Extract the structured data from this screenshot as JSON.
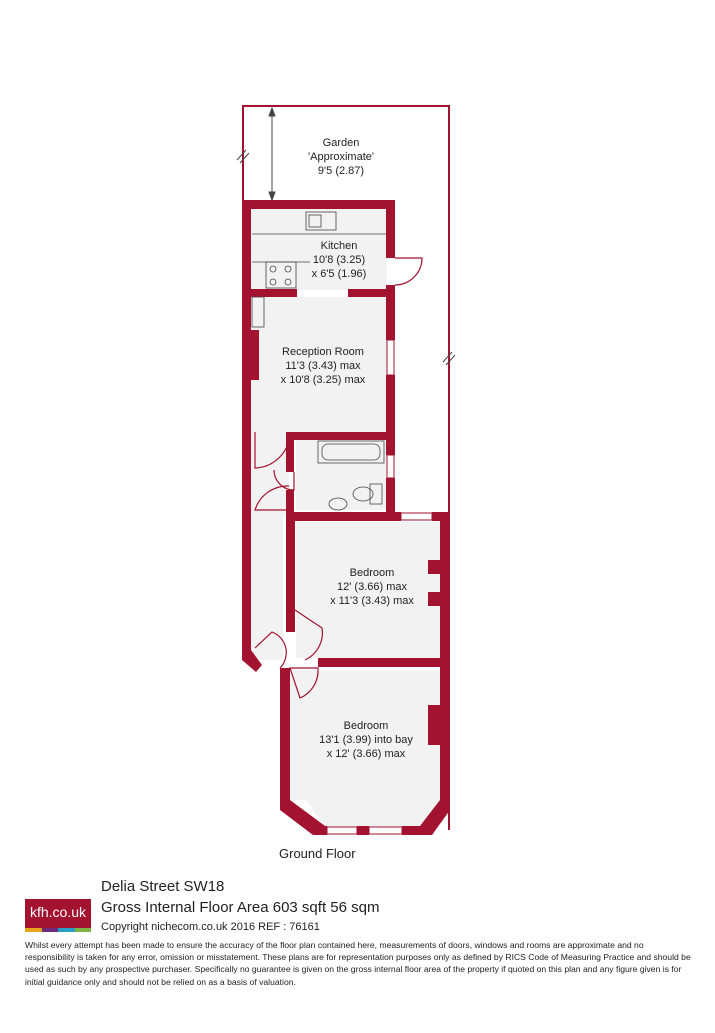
{
  "rooms": [
    {
      "name": "Garden",
      "line2": "'Approximate'",
      "line3": "9'5 (2.87)"
    },
    {
      "name": "Kitchen",
      "line2": "10'8 (3.25)",
      "line3": "x 6'5 (1.96)"
    },
    {
      "name": "Reception Room",
      "line2": "11'3 (3.43) max",
      "line3": "x 10'8 (3.25) max"
    },
    {
      "name": "Bedroom",
      "line2": "12' (3.66) max",
      "line3": "x 11'3 (3.43) max"
    },
    {
      "name": "Bedroom",
      "line2": "13'1 (3.99) into bay",
      "line3": "x 12' (3.66) max"
    }
  ],
  "floor_label": "Ground Floor",
  "logo": {
    "text": "kfh.co.uk",
    "bar_colors": [
      "#e8a31c",
      "#6b2c7c",
      "#2a9fc3",
      "#7cb342"
    ]
  },
  "colors": {
    "wall": "#a3122e",
    "floor": "#f2f2f2"
  },
  "footer": {
    "address": "Delia Street  SW18",
    "area": "Gross Internal Floor Area 603 sqft 56 sqm",
    "copyright": "Copyright nichecom.co.uk 2016 REF : 76161",
    "disclaimer": "Whilst every attempt has been made to ensure the accuracy of the floor plan contained here, measurements of doors, windows and rooms are approximate and no responsibility is taken for any error, omission or misstatement. These plans are for representation purposes only as defined by RICS Code of Measuring Practice and should be used as such by any prospective purchaser. Specifically no guarantee is given on the gross internal floor area of the property if quoted on this plan and any figure given is for initial guidance only and should not be relied on as a basis of valuation."
  }
}
